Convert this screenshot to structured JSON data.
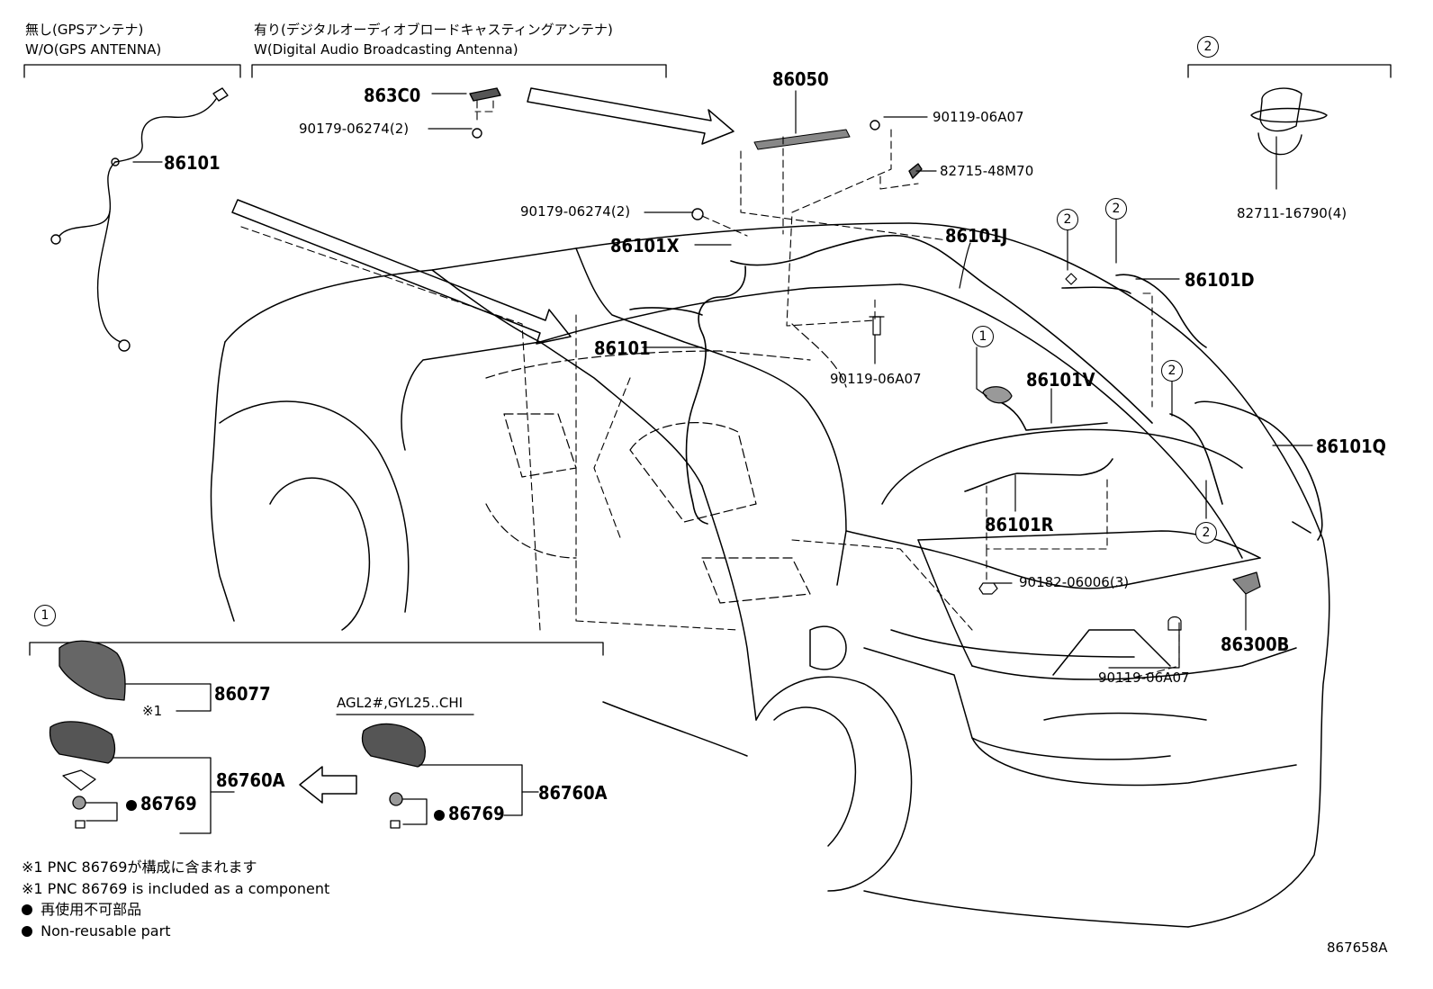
{
  "headers": {
    "wo_gps_jp": "無し(GPSアンテナ)",
    "wo_gps_en": "W/O(GPS ANTENNA)",
    "w_dab_jp": "有り(デジタルオーディオブロードキャスティングアンテナ)",
    "w_dab_en": "W(Digital Audio Broadcasting Antenna)",
    "callout_2": "2",
    "callout_1": "1",
    "agl": "AGL2#,GYL25..CHI"
  },
  "parts": {
    "p86101_a": "86101",
    "p863c0": "863C0",
    "p90179_a": "90179-06274(2)",
    "p86050": "86050",
    "p90119_a": "90119-06A07",
    "p82715": "82715-48M70",
    "p90179_b": "90179-06274(2)",
    "p86101x": "86101X",
    "p86101j": "86101J",
    "p86101_b": "86101",
    "p90119_b": "90119-06A07",
    "p82711": "82711-16790(4)",
    "p86101d": "86101D",
    "p86101v": "86101V",
    "p86101q": "86101Q",
    "p86101r": "86101R",
    "p90182": "90182-06006(3)",
    "p86300b": "86300B",
    "p90119_c": "90119-06A07",
    "p86077": "86077",
    "ref_mark": "※1",
    "p86760a_a": "86760A",
    "p86769_a": "86769",
    "p86760a_b": "86760A",
    "p86769_b": "86769"
  },
  "notes": {
    "n1_jp": "※1 PNC 86769が構成に含まれます",
    "n1_en": "※1 PNC 86769 is included as a component",
    "n2_jp": "再使用不可部品",
    "n2_en": "Non-reusable part"
  },
  "figure_id": "867658A"
}
